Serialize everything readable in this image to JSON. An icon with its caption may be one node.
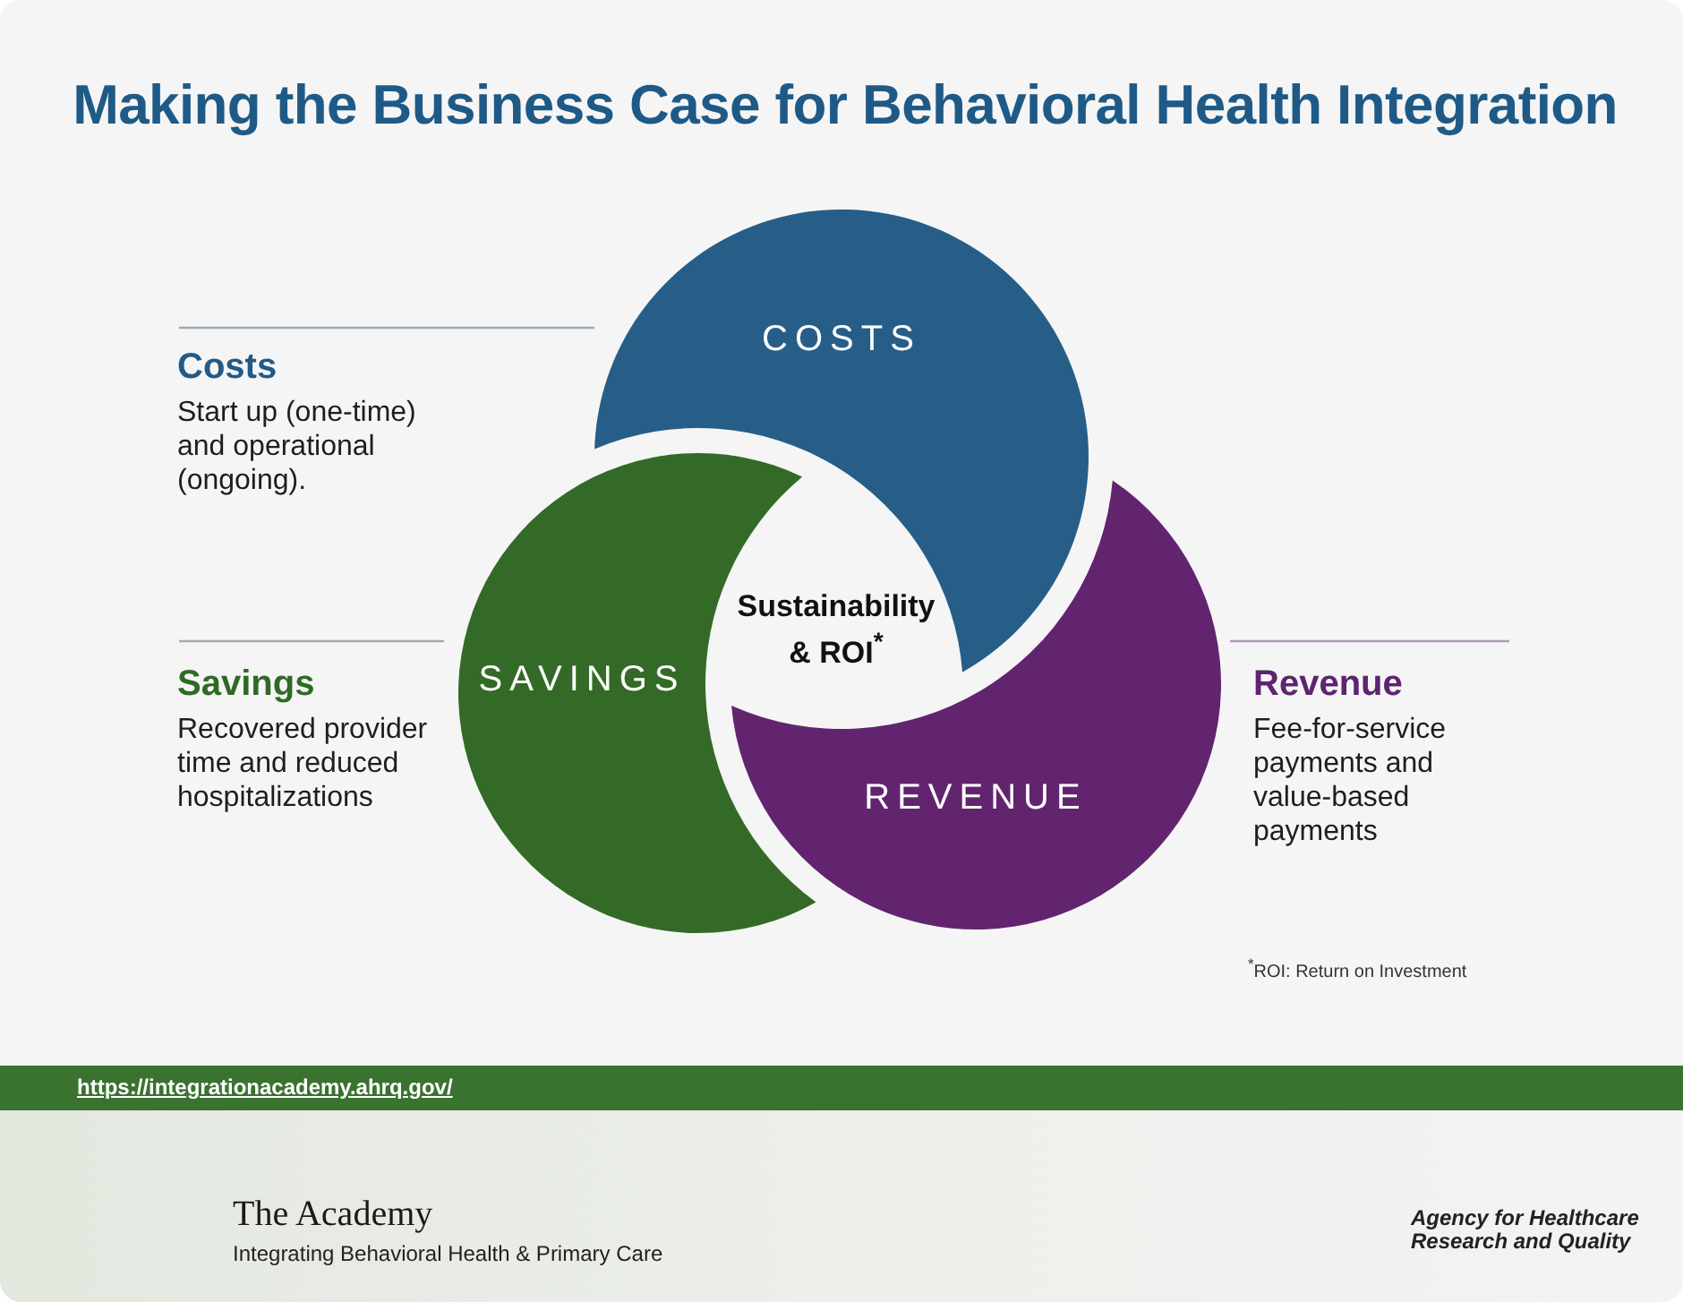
{
  "diagram": {
    "title": "Making the Business Case for Behavioral Health Integration",
    "nodes": [
      {
        "text": [
          "COSTS"
        ]
      },
      {
        "text": [
          "SAVINGS"
        ]
      },
      {
        "text": [
          "REVENUE"
        ]
      },
      {
        "text": [
          "Sustainability & ROI$^{*}$"
        ]
      }
    ],
    "labels": [
      "Costs",
      "Start up (one-time) and operational (ongoing).",
      "Savings",
      "Recovered provider time and reduced hospitalizations",
      "Revenue",
      "Fee-for-service payments and value-based payments",
      "$^{*}$ROI: Return on Investment",
      "https://integrationacademy.ahrq.gov/",
      "The Academy",
      "Integrating Behavioral Health & Primary Care",
      "Agency for Healthcare Research and Quality"
    ]
  }
}
